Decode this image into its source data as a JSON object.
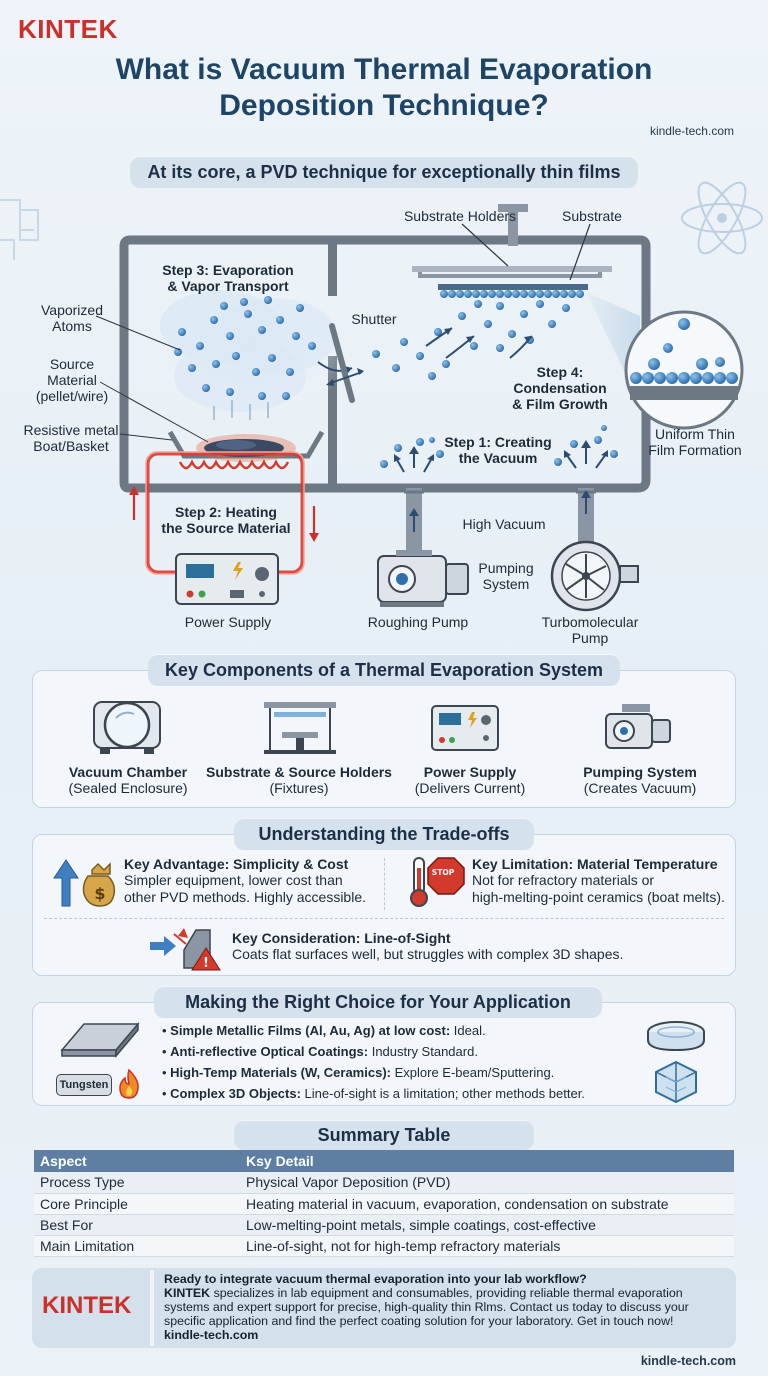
{
  "brand": {
    "logo": "KINTEK",
    "site_top": "kindle-tech.com",
    "site_bottom": "kindle-tech.com"
  },
  "title": {
    "line1": "What is Vacuum Thermal Evaporation",
    "line2": "Deposition Technique?"
  },
  "subtitle": "At its core, a PVD technique for exceptionally thin films",
  "diagram": {
    "substrate_holders": "Substrate Holders",
    "substrate": "Substrate",
    "step3": {
      "line1": "Step 3: Evaporation",
      "line2": "& Vapor Transport"
    },
    "vaporized": {
      "line1": "Vaporized",
      "line2": "Atoms"
    },
    "shutter": "Shutter",
    "source": {
      "line1": "Source",
      "line2": "Material",
      "line3": "(pellet/wire)"
    },
    "boat": {
      "line1": "Resistive metal",
      "line2": "Boat/Basket"
    },
    "step4": {
      "line1": "Step 4:",
      "line2": "Condensation",
      "line3": "& Film Growth"
    },
    "uniform": {
      "line1": "Uniform Thin",
      "line2": "Film Formation"
    },
    "step1": {
      "line1": "Step 1: Creating",
      "line2": "the Vacuum"
    },
    "step2": {
      "line1": "Step 2: Heating",
      "line2": "the Source Material"
    },
    "high_vacuum": "High Vacuum",
    "pumping": {
      "line1": "Pumping",
      "line2": "System"
    },
    "power_supply": "Power Supply",
    "roughing_pump": "Roughing Pump",
    "turbo": {
      "line1": "Turbomolecular",
      "line2": "Pump"
    }
  },
  "components": {
    "heading": "Key Components of a Thermal Evaporation System",
    "items": [
      {
        "name": "Vacuum Chamber",
        "sub": "(Sealed Enclosure)",
        "icon": "vacuum-chamber-icon"
      },
      {
        "name": "Substrate & Source Holders",
        "sub": "(Fixtures)",
        "icon": "holders-icon"
      },
      {
        "name": "Power Supply",
        "sub": "(Delivers Current)",
        "icon": "power-supply-icon"
      },
      {
        "name": "Pumping System",
        "sub": "(Creates Vacuum)",
        "icon": "pump-icon"
      }
    ]
  },
  "tradeoffs": {
    "heading": "Understanding the Trade-offs",
    "advantage": {
      "title": "Key Advantage: Simplicity & Cost",
      "line1": "Simpler equipment, lower cost than",
      "line2": "other PVD methods. Highly accessible."
    },
    "limitation": {
      "title": "Key Limitation: Material Temperature",
      "line1": "Not for refractory materials or",
      "line2": "high-melting-point ceramics (boat melts)."
    },
    "consideration": {
      "title": "Key Consideration: Line-of-Sight",
      "line1": "Coats flat surfaces well, but struggles with complex 3D shapes."
    },
    "stop_sign": "STOP"
  },
  "choice": {
    "heading": "Making the Right Choice for Your Application",
    "tungsten": "Tungsten",
    "items": [
      {
        "bold": "Simple Metallic Films (Al, Au, Ag) at low cost:",
        "text": " Ideal."
      },
      {
        "bold": "Anti-reflective Optical Coatings:",
        "text": " Industry Standard."
      },
      {
        "bold": "High-Temp Materials (W, Ceramics):",
        "text": " Explore E-beam/Sputtering."
      },
      {
        "bold": "Complex 3D Objects:",
        "text": " Line-of-sight is a limitation; other methods better."
      }
    ]
  },
  "summary": {
    "heading": "Summary Table",
    "columns": [
      "Aspect",
      "Ksy Detail"
    ],
    "rows": [
      [
        "Process Type",
        "Physical Vapor Deposition (PVD)"
      ],
      [
        "Core Principle",
        "Heating material in vacuum, evaporation, condensation on substrate"
      ],
      [
        "Best For",
        "Low-melting-point metals, simple coatings, cost-effective"
      ],
      [
        "Main Limitation",
        "Line-of-sight, not for high-temp refractory materials"
      ]
    ]
  },
  "cta": {
    "logo": "KINTEK",
    "headline": "Ready to integrate vacuum thermal evaporation into your lab workflow?",
    "brand": "KINTEK",
    "body1": " specializes in lab equipment and consumables, providing reliable thermal evaporation",
    "body2": "systems and expert support for precise, high-quality thin Rlms. Contact us today to discuss your",
    "body3": "specific application and find the perfect coating solution for your laboratory. Get in touch now!",
    "link": "kindle-tech.com"
  },
  "colors": {
    "brand_red": "#c9312b",
    "title_blue": "#1e4466",
    "table_header": "#5e7fa3",
    "heater_red": "#e03a2e"
  }
}
